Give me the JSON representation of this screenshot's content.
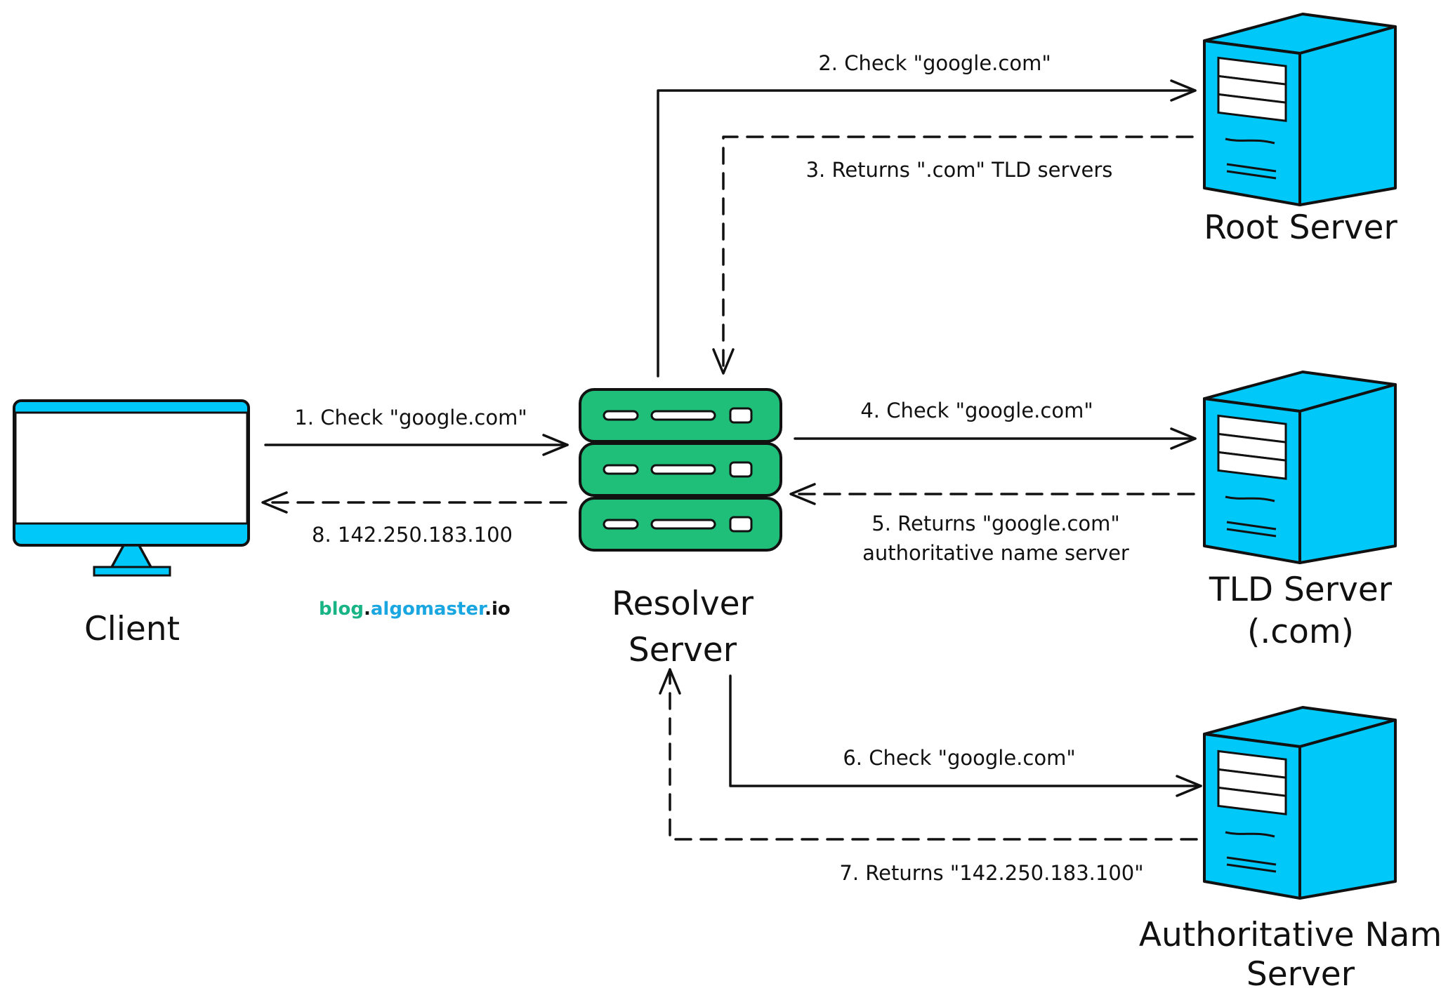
{
  "colors": {
    "server_blue": "#00c8f8",
    "resolver_green": "#1fbf7a",
    "watermark_green": "#19b486",
    "watermark_blue": "#1aa6e0",
    "outline": "#111111"
  },
  "nodes": {
    "client": {
      "label": "Client",
      "icon": "monitor-icon"
    },
    "resolver": {
      "label_line1": "Resolver",
      "label_line2": "Server",
      "icon": "server-rack-icon"
    },
    "root": {
      "label": "Root Server",
      "icon": "server-tower-icon"
    },
    "tld": {
      "label_line1": "TLD Server",
      "label_line2": "(.com)",
      "icon": "server-tower-icon"
    },
    "authoritative": {
      "label_line1": "Authoritative Name",
      "label_line2": "Server",
      "icon": "server-tower-icon"
    }
  },
  "steps": {
    "s1": "1. Check \"google.com\"",
    "s2": "2. Check \"google.com\"",
    "s3": "3. Returns \".com\"  TLD servers",
    "s4": "4. Check \"google.com\"",
    "s5_line1": "5. Returns \"google.com\"",
    "s5_line2": "authoritative name server",
    "s6": "6. Check \"google.com\"",
    "s7": "7. Returns \"142.250.183.100\"",
    "s8": "8. 142.250.183.100"
  },
  "watermark": {
    "part1": "blog",
    "dot1": ".",
    "part2": "algomaster",
    "dot2": ".",
    "part3": "io"
  }
}
